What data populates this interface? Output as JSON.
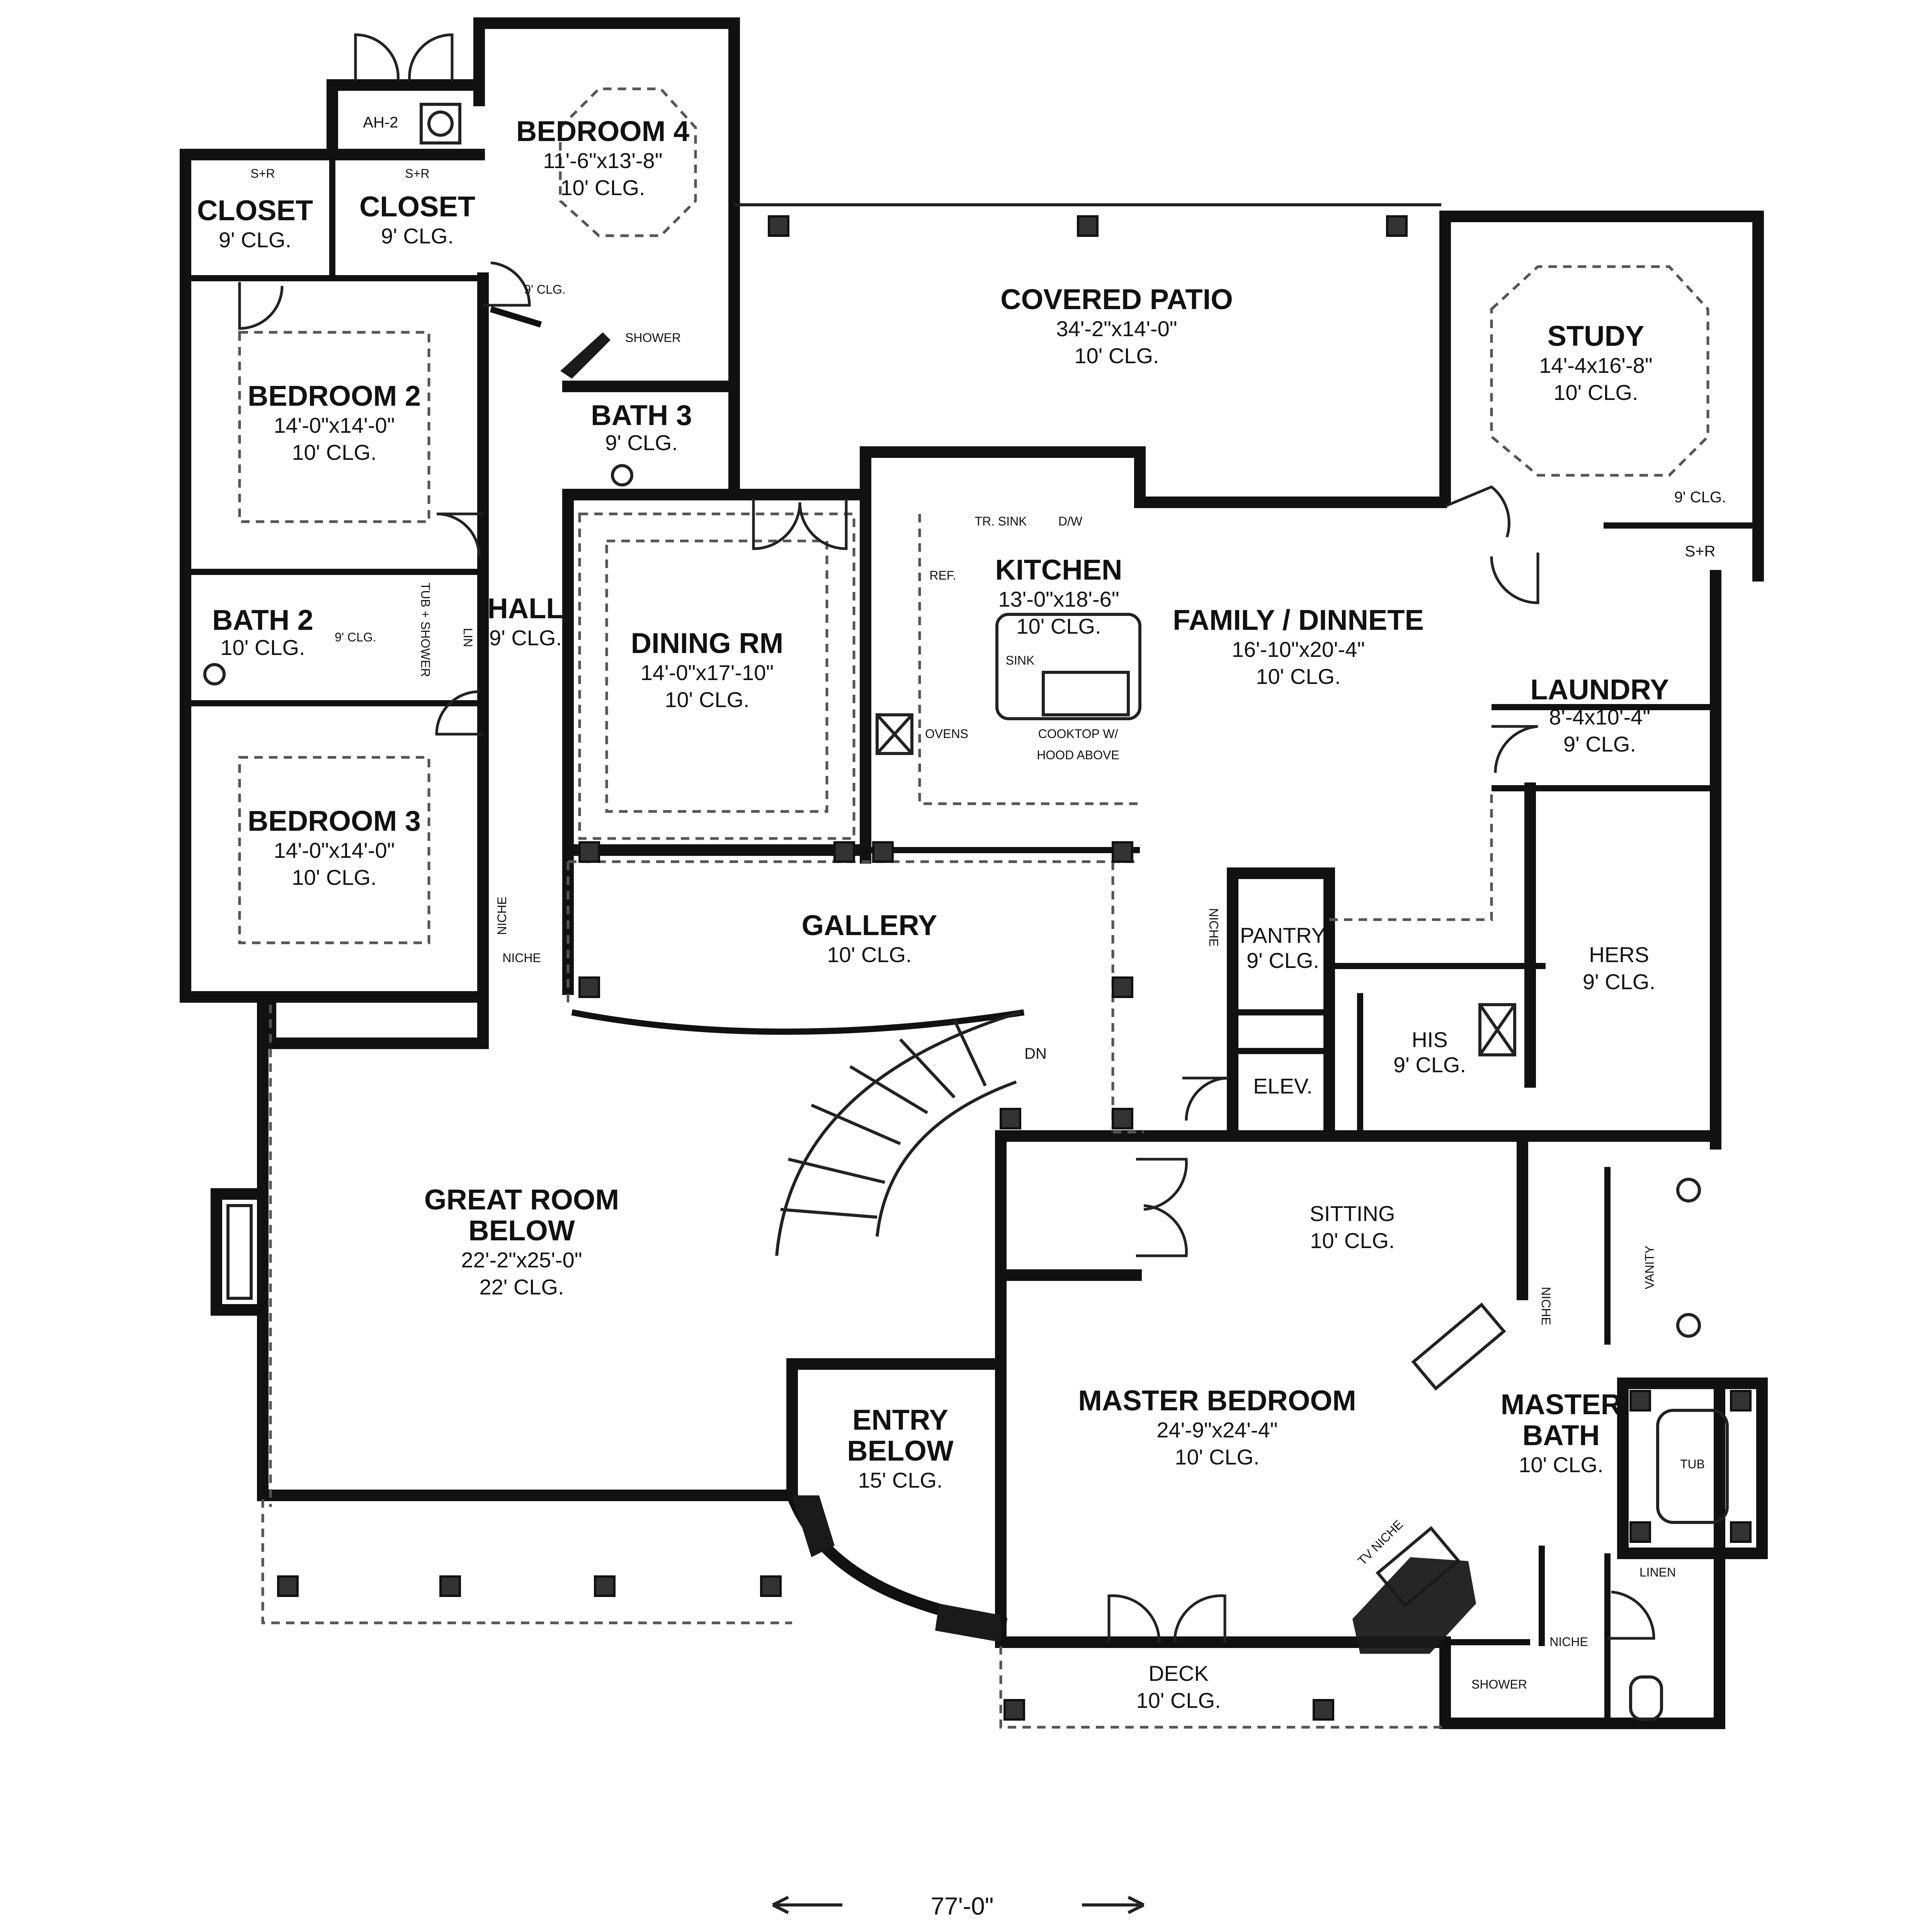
{
  "rooms": {
    "bedroom4": {
      "name": "BEDROOM 4",
      "size": "11'-6\"x13'-8\"",
      "clg": "10' CLG."
    },
    "ah": {
      "name": "AH-2"
    },
    "closet1": {
      "name": "CLOSET",
      "clg": "9' CLG.",
      "shelf": "S+R"
    },
    "closet2": {
      "name": "CLOSET",
      "clg": "9' CLG.",
      "shelf": "S+R"
    },
    "hall_small": {
      "clg": "9' CLG."
    },
    "shower3": {
      "name": "SHOWER"
    },
    "covered_patio": {
      "name": "COVERED PATIO",
      "size": "34'-2\"x14'-0\"",
      "clg": "10' CLG."
    },
    "study": {
      "name": "STUDY",
      "size": "14'-4x16'-8\"",
      "clg": "10' CLG.",
      "clg2": "9' CLG.",
      "shelf": "S+R"
    },
    "bedroom2": {
      "name": "BEDROOM 2",
      "size": "14'-0\"x14'-0\"",
      "clg": "10' CLG."
    },
    "bath3": {
      "name": "BATH 3",
      "clg": "9' CLG."
    },
    "kitchen": {
      "name": "KITCHEN",
      "size": "13'-0\"x18'-6\"",
      "clg": "10' CLG.",
      "ref": "REF.",
      "trsink": "TR. SINK",
      "dw": "D/W",
      "sink": "SINK",
      "ovens": "OVENS",
      "cooktop": "COOKTOP W/",
      "hood": "HOOD ABOVE"
    },
    "family": {
      "name": "FAMILY / DINNETE",
      "size": "16'-10\"x20'-4\"",
      "clg": "10' CLG."
    },
    "bath2": {
      "name": "BATH 2",
      "clg": "10' CLG.",
      "clg2": "9' CLG.",
      "tub": "TUB + SHOWER",
      "lin": "LIN"
    },
    "hall": {
      "name": "HALL",
      "clg": "9' CLG."
    },
    "dining": {
      "name": "DINING RM",
      "size": "14'-0\"x17'-10\"",
      "clg": "10' CLG."
    },
    "laundry": {
      "name": "LAUNDRY",
      "size": "8'-4x10'-4\"",
      "clg": "9' CLG."
    },
    "bedroom3": {
      "name": "BEDROOM 3",
      "size": "14'-0\"x14'-0\"",
      "clg": "10' CLG."
    },
    "niche1": {
      "name": "NICHE"
    },
    "niche2": {
      "name": "NICHE"
    },
    "gallery": {
      "name": "GALLERY",
      "clg": "10' CLG."
    },
    "pantry": {
      "name": "PANTRY",
      "clg": "9' CLG.",
      "niche": "NICHE"
    },
    "hers": {
      "name": "HERS",
      "clg": "9' CLG."
    },
    "his": {
      "name": "HIS",
      "clg": "9' CLG."
    },
    "dn": {
      "name": "DN"
    },
    "elev": {
      "name": "ELEV."
    },
    "great_room": {
      "name": "GREAT ROOM",
      "name2": "BELOW",
      "size": "22'-2\"x25'-0\"",
      "clg": "22' CLG."
    },
    "sitting": {
      "name": "SITTING",
      "clg": "10' CLG."
    },
    "vanity": {
      "name": "VANITY"
    },
    "niche3": {
      "name": "NICHE"
    },
    "entry": {
      "name": "ENTRY",
      "name2": "BELOW",
      "clg": "15' CLG."
    },
    "master_bedroom": {
      "name": "MASTER BEDROOM",
      "size": "24'-9\"x24'-4\"",
      "clg": "10' CLG."
    },
    "master_bath": {
      "name": "MASTER",
      "name2": "BATH",
      "clg": "10' CLG.",
      "tub": "TUB",
      "linen": "LINEN",
      "shower": "SHOWER",
      "niche": "NICHE"
    },
    "tvniche": {
      "name": "TV NICHE"
    },
    "deck": {
      "name": "DECK",
      "clg": "10' CLG."
    }
  },
  "dimension": {
    "width": "77'-0\""
  }
}
